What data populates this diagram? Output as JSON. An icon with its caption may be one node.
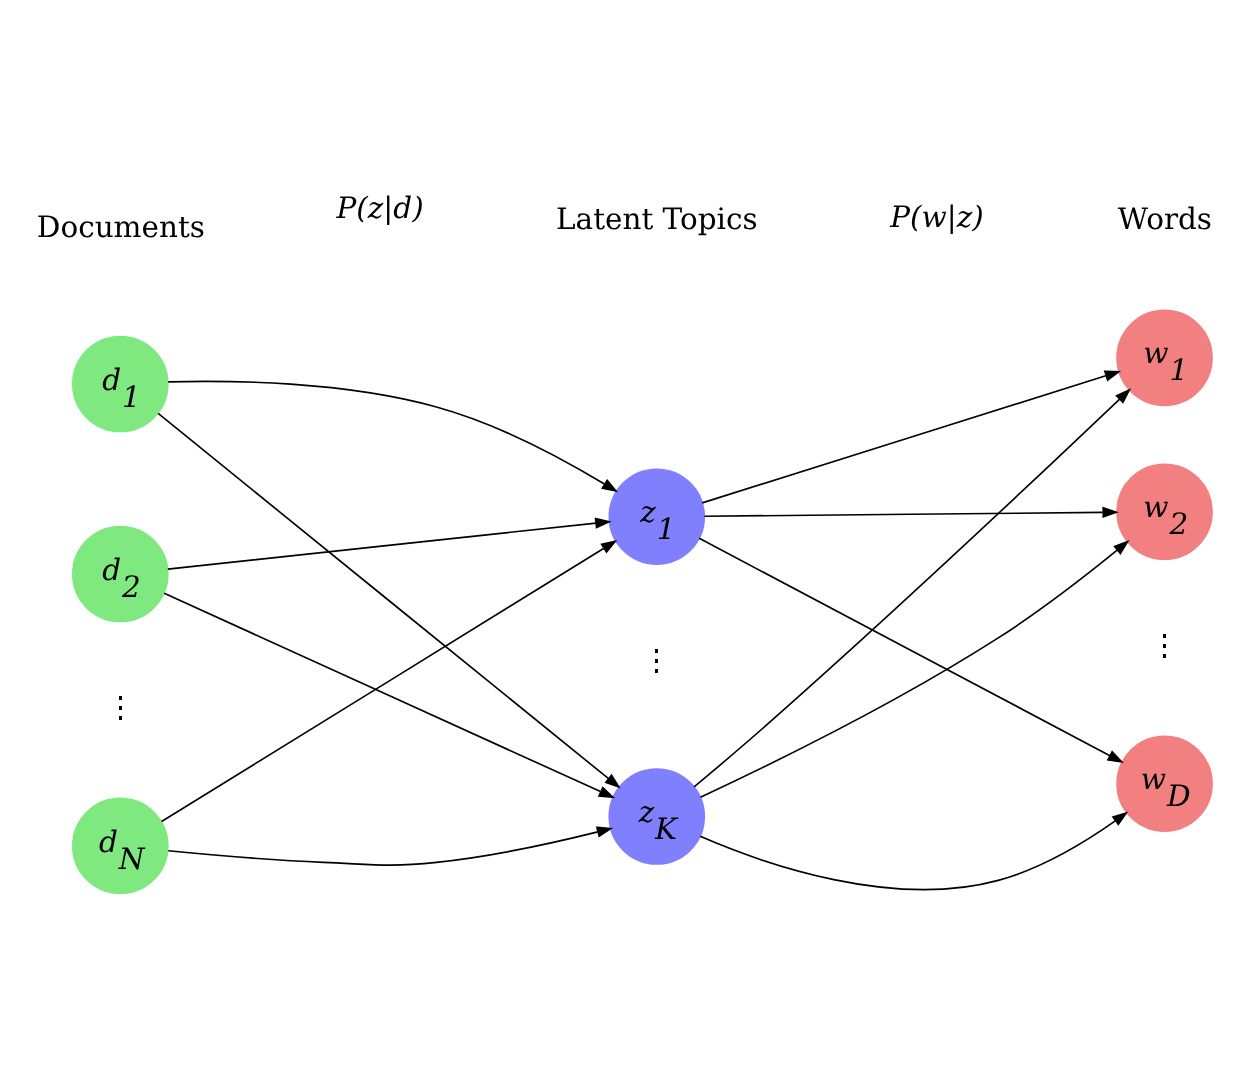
{
  "diagram": {
    "nodes": [
      {
        "text": [
          "d$_{1}$"
        ]
      },
      {
        "text": [
          "d$_{2}$"
        ]
      },
      {
        "text": [
          "d$_{N}$"
        ]
      },
      {
        "text": [
          "z$_{1}$"
        ]
      },
      {
        "text": [
          "z$_{K}$"
        ]
      },
      {
        "text": [
          "w$_{1}$"
        ]
      },
      {
        "text": [
          "w$_{2}$"
        ]
      },
      {
        "text": [
          "w$_{D}$"
        ]
      }
    ],
    "edges": [
      {
        "from": 0,
        "to": 3,
        "arrow": "to"
      },
      {
        "from": 0,
        "to": 4,
        "arrow": "to"
      },
      {
        "from": 1,
        "to": 3,
        "arrow": "to"
      },
      {
        "from": 1,
        "to": 4,
        "arrow": "to"
      },
      {
        "from": 2,
        "to": 3,
        "arrow": "to"
      },
      {
        "from": 2,
        "to": 4,
        "arrow": "to"
      },
      {
        "from": 3,
        "to": 5,
        "arrow": "to"
      },
      {
        "from": 3,
        "to": 6,
        "arrow": "to"
      },
      {
        "from": 3,
        "to": 7,
        "arrow": "to"
      },
      {
        "from": 4,
        "to": 5,
        "arrow": "to"
      },
      {
        "from": 4,
        "to": 6,
        "arrow": "to"
      },
      {
        "from": 4,
        "to": 7,
        "arrow": "to"
      }
    ],
    "labels": [
      "Latent Topics",
      "Documents",
      "Words",
      "P(z|d)",
      "P(w|z)",
      "⋮",
      "⋮",
      "⋮"
    ]
  }
}
